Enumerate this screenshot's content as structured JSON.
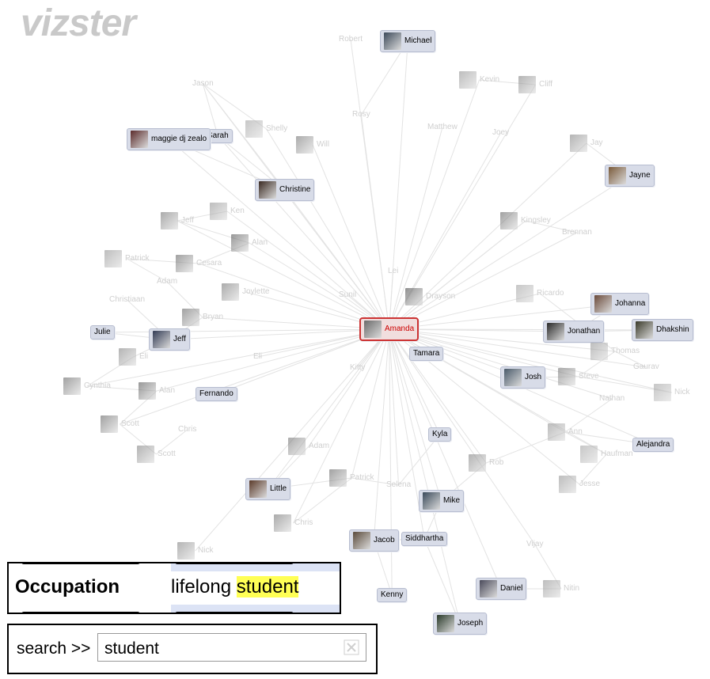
{
  "app": {
    "logo": "vizster"
  },
  "colors": {
    "edge": "#e3e3e3",
    "box": "#d8dce8",
    "selected": "#cc3333",
    "highlight": "#ffff55"
  },
  "nodes": [
    {
      "id": "michael",
      "label": "Michael",
      "boxed": true,
      "photo": "#3d4a5a"
    },
    {
      "id": "robert",
      "label": "Robert",
      "boxed": false
    },
    {
      "id": "jason",
      "label": "Jason",
      "boxed": false
    },
    {
      "id": "kevin",
      "label": "Kevin",
      "boxed": false,
      "photo": "#888"
    },
    {
      "id": "cliff",
      "label": "Cliff",
      "boxed": false,
      "photo": "#777"
    },
    {
      "id": "rosy",
      "label": "Rosy",
      "boxed": false
    },
    {
      "id": "matthew",
      "label": "Matthew",
      "boxed": false
    },
    {
      "id": "joey",
      "label": "Joey",
      "boxed": false
    },
    {
      "id": "sarah",
      "label": "Sarah",
      "boxed": true
    },
    {
      "id": "maggie",
      "label": "maggie dj zealo",
      "boxed": true,
      "photo": "#5a2b2b"
    },
    {
      "id": "shelly",
      "label": "Shelly",
      "boxed": false,
      "photo": "#999"
    },
    {
      "id": "will",
      "label": "Will",
      "boxed": false,
      "photo": "#666"
    },
    {
      "id": "jay",
      "label": "Jay",
      "boxed": false,
      "photo": "#777"
    },
    {
      "id": "jayne",
      "label": "Jayne",
      "boxed": true,
      "photo": "#7a5a3a"
    },
    {
      "id": "christine",
      "label": "Christine",
      "boxed": true,
      "photo": "#3a2a22"
    },
    {
      "id": "ken",
      "label": "Ken",
      "boxed": false,
      "photo": "#888"
    },
    {
      "id": "jeff1",
      "label": "Jeff",
      "boxed": false,
      "photo": "#666"
    },
    {
      "id": "kingsley",
      "label": "Kingsley",
      "boxed": false,
      "photo": "#555"
    },
    {
      "id": "brennan",
      "label": "Brennan",
      "boxed": false
    },
    {
      "id": "alan1",
      "label": "Alan",
      "boxed": false,
      "photo": "#444"
    },
    {
      "id": "patrick1",
      "label": "Patrick",
      "boxed": false,
      "photo": "#888"
    },
    {
      "id": "cesara",
      "label": "Cesara",
      "boxed": false,
      "photo": "#555"
    },
    {
      "id": "lei",
      "label": "Lei",
      "boxed": false
    },
    {
      "id": "adam1",
      "label": "Adam",
      "boxed": false
    },
    {
      "id": "joylette",
      "label": "Joylette",
      "boxed": false,
      "photo": "#666"
    },
    {
      "id": "sunil",
      "label": "Sunil",
      "boxed": false
    },
    {
      "id": "drayson",
      "label": "Drayson",
      "boxed": false,
      "photo": "#333"
    },
    {
      "id": "ricardo",
      "label": "Ricardo",
      "boxed": false,
      "photo": "#999"
    },
    {
      "id": "johanna",
      "label": "Johanna",
      "boxed": true,
      "photo": "#6a4a3a"
    },
    {
      "id": "christiaan",
      "label": "Christiaan",
      "boxed": false
    },
    {
      "id": "bryan",
      "label": "Bryan",
      "boxed": false,
      "photo": "#555"
    },
    {
      "id": "julie",
      "label": "Julie",
      "boxed": true
    },
    {
      "id": "jeff2",
      "label": "Jeff",
      "boxed": true,
      "photo": "#333c55"
    },
    {
      "id": "amanda",
      "label": "Amanda",
      "boxed": true,
      "selected": true,
      "photo": "#6a6a6a"
    },
    {
      "id": "jonathan",
      "label": "Jonathan",
      "boxed": true,
      "photo": "#2a2a2a"
    },
    {
      "id": "dhakshin",
      "label": "Dhakshin",
      "boxed": true,
      "photo": "#3a3a2a"
    },
    {
      "id": "thomas",
      "label": "Thomas",
      "boxed": false,
      "photo": "#888"
    },
    {
      "id": "tamara",
      "label": "Tamara",
      "boxed": true
    },
    {
      "id": "eli",
      "label": "Eli",
      "boxed": false,
      "photo": "#777"
    },
    {
      "id": "eli2",
      "label": "Eli",
      "boxed": false
    },
    {
      "id": "kitty",
      "label": "Kitty",
      "boxed": false
    },
    {
      "id": "josh",
      "label": "Josh",
      "boxed": true,
      "photo": "#4a5a6a"
    },
    {
      "id": "gaurav",
      "label": "Gaurav",
      "boxed": false
    },
    {
      "id": "cynthia",
      "label": "Cynthia",
      "boxed": false,
      "photo": "#555"
    },
    {
      "id": "alan2",
      "label": "Alan",
      "boxed": false,
      "photo": "#444"
    },
    {
      "id": "fernando",
      "label": "Fernando",
      "boxed": true
    },
    {
      "id": "steve",
      "label": "Steve",
      "boxed": false,
      "photo": "#666"
    },
    {
      "id": "nick1",
      "label": "Nick",
      "boxed": false,
      "photo": "#999"
    },
    {
      "id": "nathan",
      "label": "Nathan",
      "boxed": false
    },
    {
      "id": "scott1",
      "label": "Scott",
      "boxed": false,
      "photo": "#555"
    },
    {
      "id": "chris1",
      "label": "Chris",
      "boxed": false
    },
    {
      "id": "kyla",
      "label": "Kyla",
      "boxed": true
    },
    {
      "id": "ann",
      "label": "Ann",
      "boxed": false,
      "photo": "#888"
    },
    {
      "id": "alejandra",
      "label": "Alejandra",
      "boxed": true
    },
    {
      "id": "scott2",
      "label": "Scott",
      "boxed": false,
      "photo": "#777"
    },
    {
      "id": "adam2",
      "label": "Adam",
      "boxed": false,
      "photo": "#666"
    },
    {
      "id": "haufman",
      "label": "Haufman",
      "boxed": false,
      "photo": "#999"
    },
    {
      "id": "rob",
      "label": "Rob",
      "boxed": false,
      "photo": "#777"
    },
    {
      "id": "patrick2",
      "label": "Patrick",
      "boxed": false,
      "photo": "#555"
    },
    {
      "id": "selena",
      "label": "Selena",
      "boxed": false
    },
    {
      "id": "jesse",
      "label": "Jesse",
      "boxed": false,
      "photo": "#888"
    },
    {
      "id": "little",
      "label": "Little",
      "boxed": true,
      "photo": "#5a3a2a"
    },
    {
      "id": "mike",
      "label": "Mike",
      "boxed": true,
      "photo": "#3a4a5a"
    },
    {
      "id": "chris2",
      "label": "Chris",
      "boxed": false,
      "photo": "#666"
    },
    {
      "id": "jacob",
      "label": "Jacob",
      "boxed": true,
      "photo": "#5a4a3a"
    },
    {
      "id": "siddhartha",
      "label": "Siddhartha",
      "boxed": true
    },
    {
      "id": "vijay",
      "label": "Vijay",
      "boxed": false
    },
    {
      "id": "nick2",
      "label": "Nick",
      "boxed": false,
      "photo": "#777"
    },
    {
      "id": "daniel",
      "label": "Daniel",
      "boxed": true,
      "photo": "#4a4a5a"
    },
    {
      "id": "nitin",
      "label": "Nitin",
      "boxed": false,
      "photo": "#888"
    },
    {
      "id": "kenny",
      "label": "Kenny",
      "boxed": true
    },
    {
      "id": "joseph",
      "label": "Joseph",
      "boxed": true,
      "photo": "#2a3a2a"
    }
  ],
  "profile": {
    "field_label": "Occupation",
    "value_prefix": "lifelong ",
    "value_match": "student"
  },
  "search": {
    "label": "search >>",
    "value": "student",
    "clear_icon": "clear-search-icon"
  }
}
